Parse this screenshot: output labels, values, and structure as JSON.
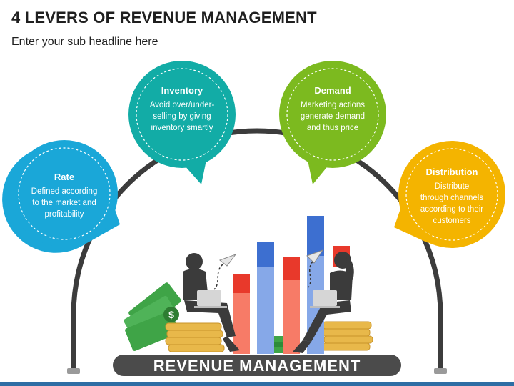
{
  "title": "4 LEVERS OF REVENUE MANAGEMENT",
  "subtitle": "Enter your sub headline here",
  "banner": "REVENUE MANAGEMENT",
  "levers": [
    {
      "heading": "Rate",
      "lines": [
        "Defined according",
        "to the market and",
        "profitability"
      ],
      "color": "#1aa7d8"
    },
    {
      "heading": "Inventory",
      "lines": [
        "Avoid over/under-",
        "selling by giving",
        "inventory smartly"
      ],
      "color": "#12aca6"
    },
    {
      "heading": "Demand",
      "lines": [
        "Marketing actions",
        "generate demand",
        "and thus price"
      ],
      "color": "#7cba1f"
    },
    {
      "heading": "Distribution",
      "lines": [
        "Distribute",
        "through channels",
        "according to their",
        "customers"
      ],
      "color": "#f4b400"
    }
  ],
  "colors": {
    "arc": "#3c3c3c",
    "banner": "#4b4b4b",
    "bar_red": "#e8392b",
    "bar_salmon": "#f77b67",
    "bar_blue": "#3d6fd0",
    "bar_lightblue": "#86a8e8",
    "coin": "#e8b84a",
    "money": "#3fa447",
    "person": "#3b3b3b"
  }
}
